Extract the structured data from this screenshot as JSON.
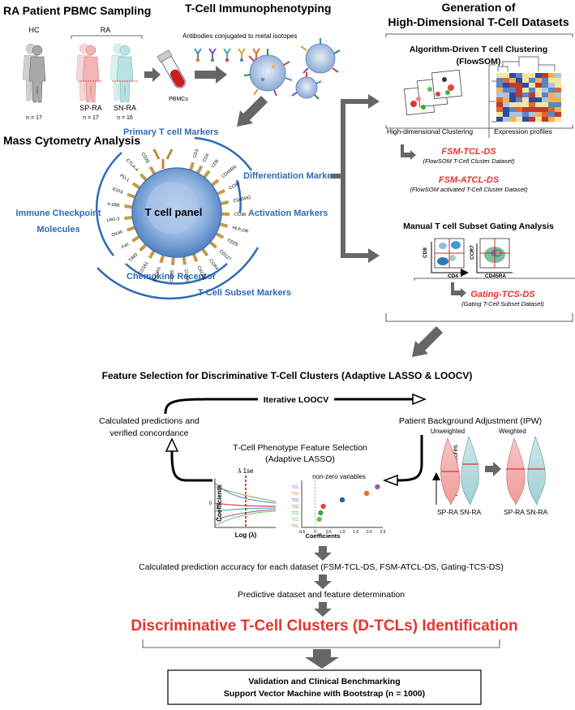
{
  "sections": {
    "sampling": {
      "title": "RA Patient PBMC Sampling",
      "group_hc": "HC",
      "group_ra": "RA",
      "label_sp": "SP-RA",
      "label_sn": "SN-RA",
      "n_hc": "n = 17",
      "n_sp": "n = 17",
      "n_sn": "n = 16",
      "pbmc_label": "PBMCs"
    },
    "immuno": {
      "title": "T-Cell Immunophenotyping",
      "antibodies": "Antibodies conjugated to metal isotopes"
    },
    "datasets": {
      "title_line1": "Generation of",
      "title_line2": "High-Dimensional T-Cell Datasets",
      "clustering_title_1": "Algorithm-Driven T cell Clustering",
      "clustering_title_2": "(FlowSOM)",
      "hd_clustering": "High-dimensional Clustering",
      "expression_profiles": "Expression profiles",
      "fsm_tcl": "FSM-TCL-DS",
      "fsm_tcl_desc": "(FlowSOM T-Cell Cluster Dataset)",
      "fsm_atcl": "FSM-ATCL-DS",
      "fsm_atcl_desc": "(FlowSOM activated T-Cell Cluster Dataset)",
      "gating_title": "Manual T cell Subset Gating Analysis",
      "cd8": "CD8",
      "cd4": "CD4",
      "ccr7": "CCR7",
      "cd45ra": "CD45RA",
      "gating": "Gating-TCS-DS",
      "gating_desc": "(Gating T-Cell Subset Dataset)"
    },
    "mass": {
      "title": "Mass Cytometry Analysis",
      "primary": "Primary T cell Markers",
      "differentiation": "Differentiation Markers",
      "activation": "Activation Markers",
      "checkpoint_1": "Immune Checkpoint",
      "checkpoint_2": "Molecules",
      "chemokine": "Chemokine Receptor",
      "subset": "T Cell Subset Markers",
      "panel": "T cell panel",
      "markers": [
        "CD3",
        "CD4",
        "CD8",
        "CD45RA",
        "CCR7",
        "CD45RO",
        "CD38",
        "HLA-DR",
        "CD25",
        "CD127",
        "CCR4",
        "CXCR5",
        "CCR6",
        "CCR5",
        "CXCR3",
        "CD161",
        "TIM3",
        "Fas",
        "OX40",
        "LAG-3",
        "4-1BB",
        "ICOS",
        "PD-1",
        "CTLA-4",
        "CD28"
      ]
    },
    "feature": {
      "title": "Feature Selection for Discriminative T-Cell Clusters (Adaptive LASSO & LOOCV)",
      "loocv": "Iterative LOOCV",
      "calc_pred_1": "Calculated predictions and",
      "calc_pred_2": "verified concordance",
      "ipw": "Patient Background Adjustment (IPW)",
      "unweighted": "Unweighted",
      "weighted": "Weighted",
      "propensity": "Propensity scores",
      "sp": "SP-RA",
      "sn": "SN-RA",
      "phenotype_1": "T-Cell Phenotype Feature Selection",
      "phenotype_2": "(Adaptive LASSO)",
      "lambda": "λ 1se",
      "coeff_y": "Coefficients",
      "log_lambda": "Log (λ)",
      "zero_tick": "0",
      "nonzero": "non-zero variables",
      "tcl": "TCL",
      "coeff_x": "Coefficients",
      "ticks": [
        "-0.5",
        "0",
        "0.5",
        "1.0",
        "1.5",
        "2.0",
        "2.5"
      ]
    },
    "bottom": {
      "accuracy": "Calculated prediction accuracy for each dataset (FSM-TCL-DS, FSM-ATCL-DS, Gating-TCS-DS)",
      "predictive": "Predictive dataset and feature determination",
      "dtcl": "Discriminative T-Cell Clusters (D-TCLs) Identification",
      "validation_1": "Validation and Clinical Benchmarking",
      "validation_2": "Support Vector Machine with Bootstrap (n = 1000)"
    }
  },
  "colors": {
    "blue_text": "#2e6bb5",
    "red_text": "#e8332e",
    "arrow": "#666666"
  }
}
